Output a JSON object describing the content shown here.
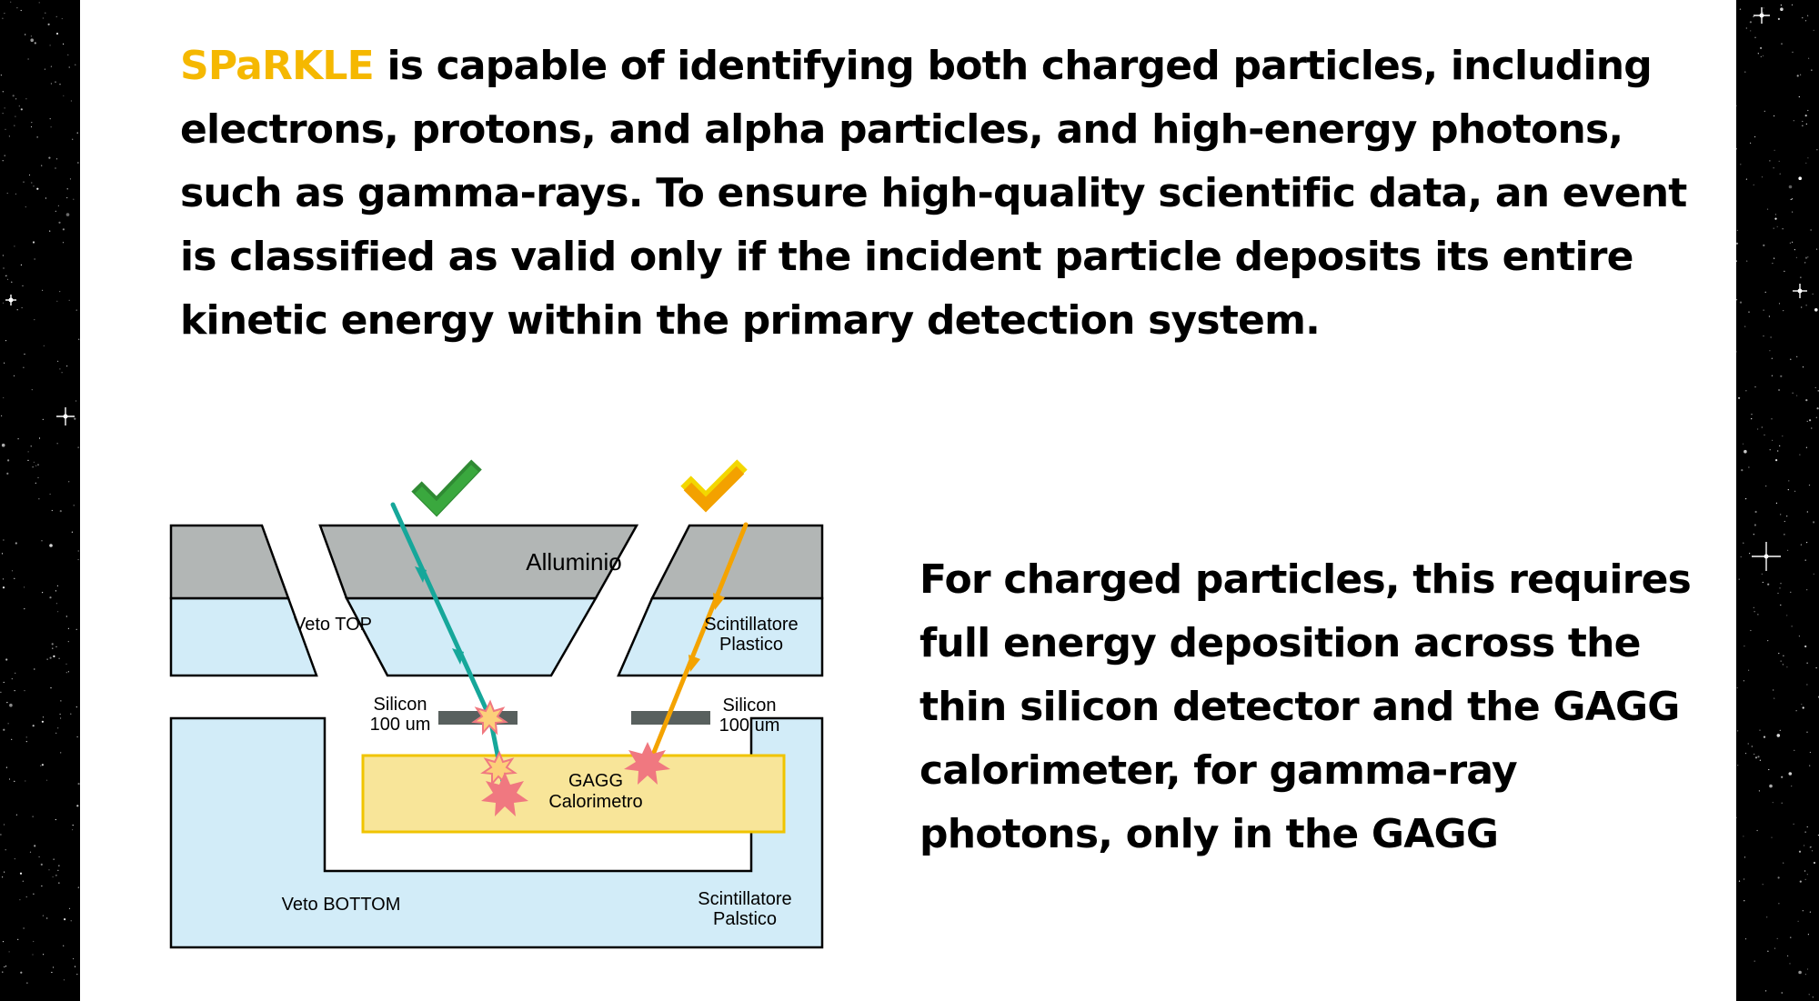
{
  "intro": {
    "brand": "SPaRKLE",
    "text": " is capable of identifying both charged particles, including electrons, protons, and alpha particles, and high-energy photons, such as gamma-rays. To ensure high-quality scientific data, an event is classified as valid only if the incident particle deposits its entire kinetic energy within the primary detection system."
  },
  "side_text": "For charged particles, this requires full energy deposition across the thin silicon detector and the GAGG calorimeter, for gamma-ray photons, only in the GAGG",
  "diagram": {
    "alluminio": "Alluminio",
    "veto_top": "Veto TOP",
    "scint_plastico_top": [
      "Scintillatore",
      "Plastico"
    ],
    "silicon_left": [
      "Silicon",
      "100 um"
    ],
    "silicon_right": [
      "Silicon",
      "100 um"
    ],
    "gagg": [
      "GAGG",
      "Calorimetro"
    ],
    "veto_bottom": "Veto BOTTOM",
    "scint_plastico_bottom": [
      "Scintillatore",
      "Palstico"
    ]
  },
  "colors": {
    "brand": "#f5b800",
    "scintillator": "#d2ecf8",
    "aluminium": "#b2b6b5",
    "gagg_fill": "#f8e599",
    "gagg_border": "#f0c400",
    "silicon": "#58605e",
    "charged_track": "#16a79a",
    "photon_track": "#f4a300",
    "check_green": "#3aa83e",
    "check_orange": "#f3a100",
    "star_pink": "#f07880"
  }
}
